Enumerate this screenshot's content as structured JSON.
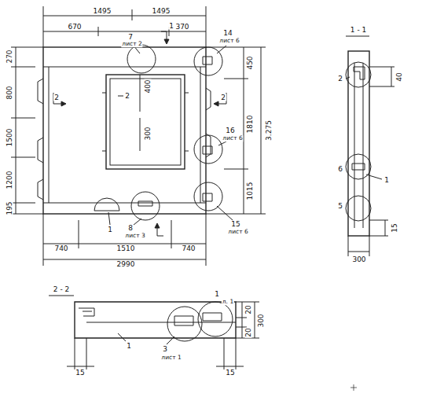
{
  "diagram": {
    "labels": [
      "1495",
      "1495",
      "670",
      "370",
      "7",
      "лист 2",
      "14",
      "лист 6",
      "1",
      "270",
      "800",
      "1500",
      "1200",
      "195",
      "2",
      "400",
      "2",
      "300",
      "450",
      "2",
      "16",
      "лист 6",
      "1810",
      "3.275",
      "1015",
      "15",
      "лист 6",
      "1",
      "8",
      "лист 3",
      "740",
      "1510",
      "740",
      "2990",
      "1 - 1",
      "2",
      "40",
      "6",
      "1",
      "5",
      "15",
      "300",
      "2 - 2",
      "1",
      "л. 1",
      "20",
      "300",
      "20",
      "15",
      "15",
      "3",
      "лист 1",
      "1"
    ]
  }
}
